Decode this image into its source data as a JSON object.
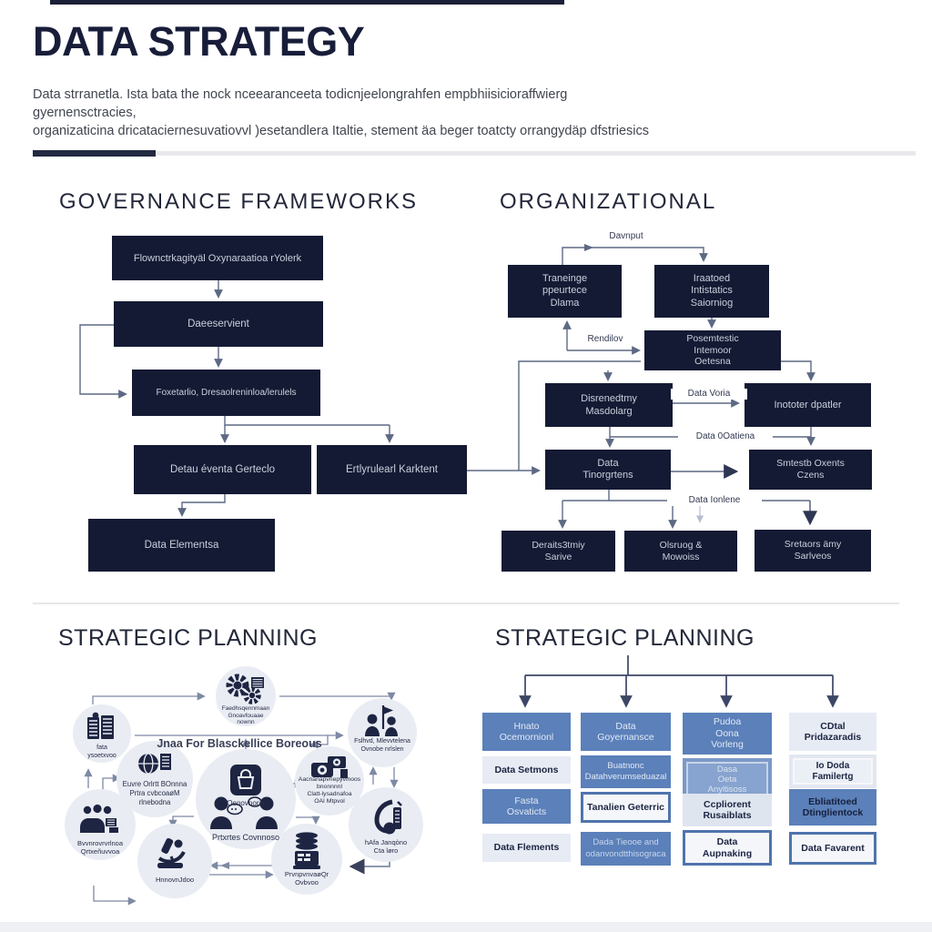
{
  "header": {
    "title": "DATA STRATEGY",
    "subtitle": "Data strranetla. Ista bata the nock nceearanceeta todicnjeelongrahfen empbhiisicioraffwierg gyernensctracies,\norganizaticina dricataciernesuvatiovvl )esetandlera Italtie, stement äa beger toatcty orrangydäp dfstriesics"
  },
  "colors": {
    "dark_navy": "#141a33",
    "blue": "#5b80ba",
    "light_box": "#e7ebf4",
    "arrow_gray": "#5d6984",
    "circle_fill": "#e9ecf3",
    "icon_navy": "#1e2543"
  },
  "governance": {
    "title": "GOVERNANCE FRAMEWORKS",
    "boxes": [
      "Flownctrkagityäl Oxynaraatioa rYolerk",
      "Daeeservient",
      "Foxetarlio, Dresaolreninloa/lerulels",
      "Detau éventa Gerteclo",
      "Ertlyrulearl Karktent",
      "Data Elementsa"
    ]
  },
  "organizational": {
    "title": "ORGANIZATIONAL",
    "boxes": [
      "Traneinge\nppeurtece\nDlama",
      "Iraatoed\nIntistatics\nSaiorniog",
      "Posemtestic\nIntemoor\nOetesna",
      "Disrenedtmy\nMasdolarg",
      "Inototer dpatler",
      "Data\nTinorgrtens",
      "Smtestb Oxents\nCzens",
      "Deraits3tmiy\nSarive",
      "Olsruog &\nMowoiss",
      "Sretaors ämy\nSarlveos"
    ],
    "edge_labels": {
      "top": "Davnput",
      "feedback": "Rendilov",
      "mid": "Data Voria",
      "lower": "Data 0Oatiena",
      "bottom": "Data Ionlene"
    }
  },
  "strategic_left": {
    "title": "STRATEGIC PLANNING",
    "center_note": "Jnaa For Blasckellice Boreous",
    "nodes": [
      {
        "icon": "gears-icon",
        "label": "Faedhsqennmaan\nGnoavfouaae\nnownn"
      },
      {
        "icon": "documents-icon",
        "label": "fata\nysoetxvoo"
      },
      {
        "icon": "globe-document-icon",
        "label": "Euvre Orlrtt BOnnna\nPrtra cvbcoaøM\nrlnebodna"
      },
      {
        "icon": "people-group-icon",
        "label": "Bvvnrovrvrlnoa\nQrtxeñuvvoa"
      },
      {
        "icon": "bag-icon",
        "label": "Oenovnone"
      },
      {
        "icon": "conversation-icon",
        "label": "Prtxrtes Covnnoso"
      },
      {
        "icon": "money-camera-icon",
        "label": "Aacnanapvnepyvlnoos\nbnonnnnl\nClatt-lysadnafoa\nOAI Mtpvol"
      },
      {
        "icon": "flag-team-icon",
        "label": "Fslhvd, Mlevvtelena\nOvnobe nrlslen"
      },
      {
        "icon": "saxophone-icon",
        "label": "hAfa Janqòno\nCta løro"
      },
      {
        "icon": "microscope-icon",
        "label": "HnnovnJdoo"
      },
      {
        "icon": "server-coins-icon",
        "label": "PrvnpvnvaøQr\nOvbvoo"
      }
    ]
  },
  "strategic_right": {
    "title": "STRATEGIC PLANNING",
    "cells": [
      "Hnato\nOcemornionl",
      "Data\nGoyernansce",
      "Pudoa\nOona\nVorleng",
      "CDtal\nPridazaradis",
      "Data Setmons",
      "Buatnonc\nDatahverumseduazal",
      "Dasa\nOeta\nAnyltisoss",
      "Io Doda\nFamilertg",
      "Fasta\nOsvaticts",
      "Tanalien Geterric",
      "Ccpliorent\nRusaiblats",
      "Ebliatitoed\nDtinglientock",
      "Data Flements",
      "Dada Tieooe and\nodanvondtthisograca",
      "Data\nAupnaking",
      "Data Favarent"
    ]
  }
}
